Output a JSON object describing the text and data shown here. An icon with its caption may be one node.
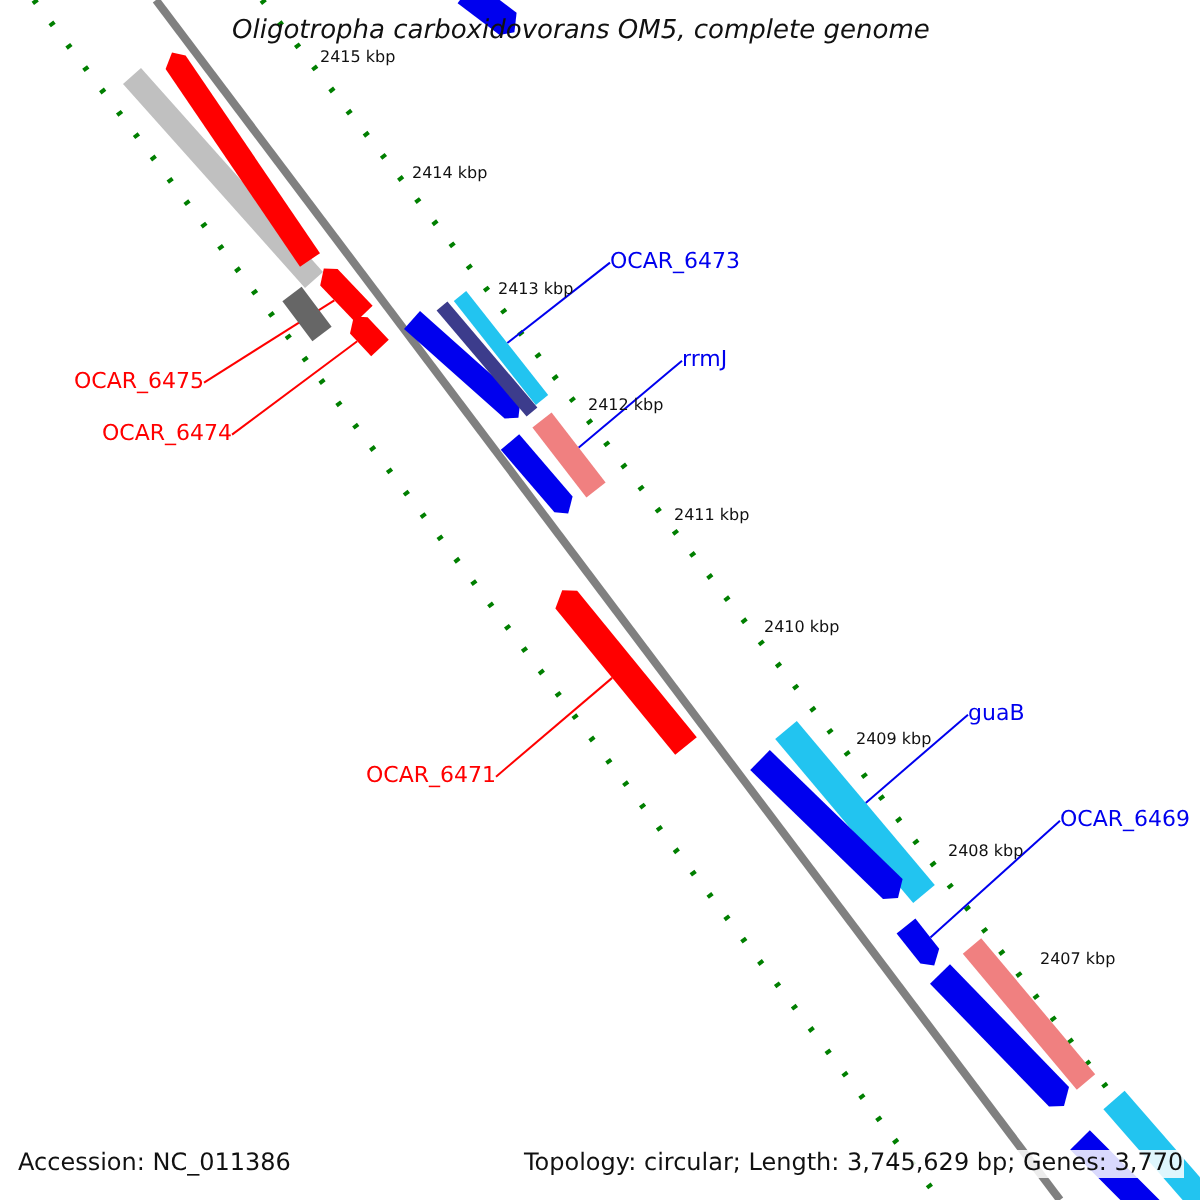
{
  "diagram": {
    "title": "Oligotropha carboxidovorans OM5, complete genome",
    "nodes": [
      {
        "text": [
          "OCAR_6475"
        ]
      },
      {
        "text": [
          "OCAR_6474"
        ]
      },
      {
        "text": [
          "OCAR_6471"
        ]
      },
      {
        "text": [
          "OCAR_6473"
        ]
      },
      {
        "text": [
          "rrmJ"
        ]
      },
      {
        "text": [
          "guaB"
        ]
      },
      {
        "text": [
          "OCAR_6469"
        ]
      },
      {
        "text": [],
        "shape": "bar"
      },
      {
        "text": [],
        "shape": "bar"
      },
      {
        "text": [],
        "shape": "bar"
      },
      {
        "text": [],
        "shape": "bar"
      },
      {
        "text": [],
        "shape": "bar"
      },
      {
        "text": [],
        "shape": "bar"
      },
      {
        "text": [],
        "shape": "bar"
      },
      {
        "text": [],
        "shape": "bar"
      },
      {
        "text": [],
        "shape": "bar"
      },
      {
        "text": [],
        "shape": "bar"
      },
      {
        "text": [],
        "shape": "bar"
      },
      {
        "text": [],
        "shape": "bar"
      },
      {
        "text": [],
        "shape": "bar"
      },
      {
        "text": [],
        "shape": "bar"
      },
      {
        "text": [],
        "shape": "bar"
      },
      {
        "text": [],
        "shape": "bar"
      },
      {
        "text": [],
        "shape": "bar"
      },
      {
        "text": [],
        "shape": "bar"
      },
      {
        "text": [],
        "shape": "bar"
      }
    ],
    "edges": [
      {
        "from": 0,
        "to": 7,
        "arrow": "none",
        "color": "#ff0000"
      },
      {
        "from": 1,
        "to": 8,
        "arrow": "none",
        "color": "#ff0000"
      },
      {
        "from": 2,
        "to": 9,
        "arrow": "none",
        "color": "#ff0000"
      },
      {
        "from": 3,
        "to": 10,
        "arrow": "none"
      },
      {
        "from": 4,
        "to": 11,
        "arrow": "none"
      },
      {
        "from": 5,
        "to": 12,
        "arrow": "none"
      },
      {
        "from": 6,
        "to": 13,
        "arrow": "none"
      }
    ],
    "labels": [
      "2415 kbp",
      "2414 kbp",
      "2413 kbp",
      "2412 kbp",
      "2411 kbp",
      "2410 kbp",
      "2409 kbp",
      "2408 kbp",
      "2407 kbp",
      "Accession: NC_011386",
      "Topology: circular; Length: 3,745,629 bp; Genes: 3,770"
    ]
  }
}
